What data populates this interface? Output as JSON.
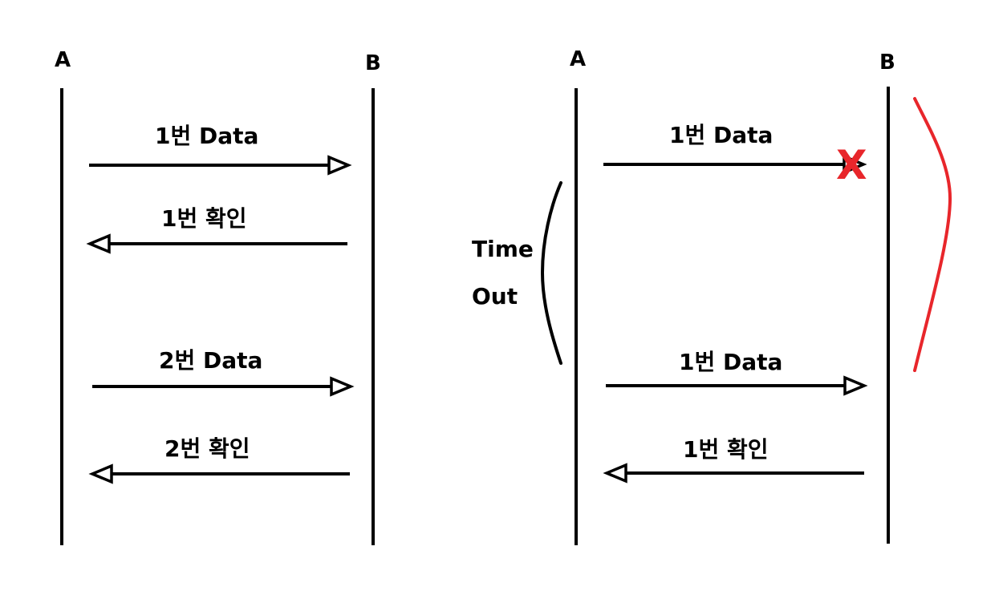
{
  "colors": {
    "line": "#000000",
    "loss": "#e8262b"
  },
  "left_panel": {
    "node_a": "A",
    "node_b": "B",
    "messages": [
      {
        "label": "1번 Data",
        "direction": "A-to-B"
      },
      {
        "label": "1번 확인",
        "direction": "B-to-A"
      },
      {
        "label": "2번 Data",
        "direction": "A-to-B"
      },
      {
        "label": "2번 확인",
        "direction": "B-to-A"
      }
    ]
  },
  "right_panel": {
    "node_a": "A",
    "node_b": "B",
    "timeout_line1": "Time",
    "timeout_line2": "Out",
    "lost_marker": "X",
    "messages": [
      {
        "label": "1번 Data",
        "direction": "A-to-B",
        "status": "lost"
      },
      {
        "label": "1번 Data",
        "direction": "A-to-B",
        "status": "retransmitted"
      },
      {
        "label": "1번 확인",
        "direction": "B-to-A"
      }
    ]
  }
}
